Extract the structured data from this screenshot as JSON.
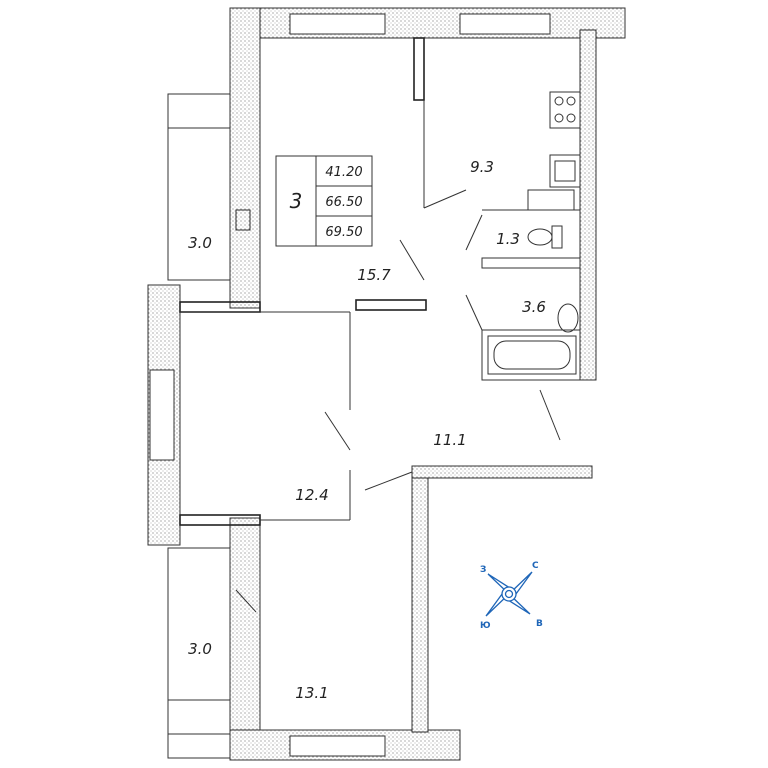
{
  "summary": {
    "rooms_count": "3",
    "living_area": "41.20",
    "total_area": "66.50",
    "total_area_with_balconies": "69.50"
  },
  "rooms": {
    "living_room": "15.7",
    "kitchen": "9.3",
    "toilet": "1.3",
    "bathroom": "3.6",
    "hallway": "11.1",
    "bedroom_middle": "12.4",
    "bedroom_bottom": "13.1",
    "balcony_top": "3.0",
    "balcony_bottom": "3.0"
  },
  "compass": {
    "north": "С",
    "south": "Ю",
    "west": "З",
    "east": "В",
    "color": "#1f66b8"
  }
}
